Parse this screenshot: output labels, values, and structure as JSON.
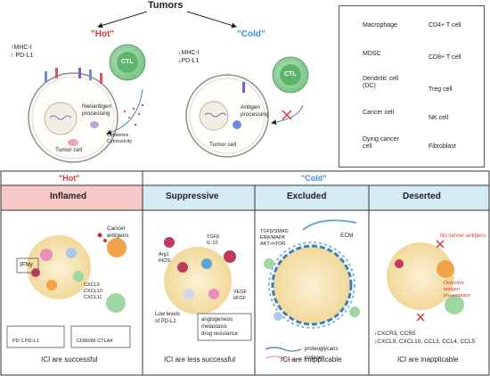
{
  "top": {
    "title": "Tumors",
    "hot_label": "\"Hot\"",
    "cold_label": "\"Cold\"",
    "hot_markers": [
      "↑MHC-I",
      "↑ PD-L1"
    ],
    "cold_markers": [
      "↓MHC-I",
      "↓PD-L1"
    ],
    "ctl": "CTL",
    "neoantigen": [
      "Neoantigen",
      "processing"
    ],
    "cytokines": [
      "Cytokines",
      "Cytotoxicity"
    ],
    "antigen": [
      "Antigen",
      "processing"
    ],
    "tumor_cell": "Tumor cell"
  },
  "legend": {
    "items_left": [
      "Macrophage",
      "MDSC",
      "Dendritic cell (DC)",
      "Cancer cell",
      "Dying cancer cell"
    ],
    "items_right": [
      "CD4+ T cell",
      "CD8+ T cell",
      "Treg cell",
      "NK cell",
      "Fibroblast"
    ],
    "colors": {
      "macrophage": "#e98fb8",
      "mdsc": "#c0395a",
      "dc": "#f0a348",
      "cancer": "#f3c86b",
      "cd4": "#a7c9ea",
      "cd8": "#9fd7a2",
      "treg": "#5aa4d6",
      "nk": "#cfd8ef",
      "fibroblast": "#b9927e"
    }
  },
  "bottom": {
    "hot_header": "\"Hot\"",
    "cold_header": "\"Cold\"",
    "panels": [
      {
        "title": "Inflamed",
        "caption": "ICI are successful"
      },
      {
        "title": "Suppressive",
        "caption": "ICI are less successful"
      },
      {
        "title": "Excluded",
        "caption": "ICI are inapplicable"
      },
      {
        "title": "Deserted",
        "caption": "ICI are inapplicable"
      }
    ],
    "inflamed": {
      "cancer_antigens": [
        "Cancer",
        "antigens"
      ],
      "ifn": "IFNγ",
      "cxcl": [
        "CXCL9",
        "CXCL10",
        "CXCL11"
      ],
      "pd": "PD-1 PD-L1",
      "cd80": "CD80/86 CTLA4"
    },
    "suppressive": {
      "tgf": [
        "TGFβ",
        "IL-10"
      ],
      "arg": [
        "Arg1",
        "iNOS"
      ],
      "vegf": [
        "VEGF",
        "bFGF"
      ],
      "low": [
        "Low levels",
        "of PD-L1"
      ],
      "angio": [
        "angiogenesis",
        "metastasis",
        "drug resistance"
      ]
    },
    "excluded": {
      "pathways": [
        "TGFβ/SMAD",
        "ERK/MAPK",
        "AKT-mTOR"
      ],
      "ecm": "ECM",
      "legend": [
        "proteoglycans",
        "collagen"
      ]
    },
    "deserted": {
      "no_antigens": "No cancer antigens",
      "defective": [
        "Defective",
        "antigen",
        "presentation"
      ],
      "cx": [
        "↓CXCR3, CCR5",
        "↓CXCL9, CXCL10, CCL3, CCL4, CCL5"
      ]
    }
  }
}
